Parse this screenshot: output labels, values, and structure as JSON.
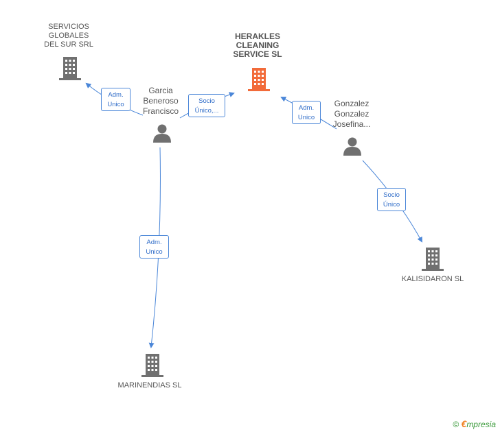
{
  "companies": {
    "servicios": {
      "name": "SERVICIOS GLOBALES DEL SUR SRL",
      "lines": [
        "SERVICIOS",
        "GLOBALES",
        "DEL SUR SRL"
      ]
    },
    "herakles": {
      "name": "HERAKLES CLEANING SERVICE SL",
      "lines": [
        "HERAKLES",
        "CLEANING",
        "SERVICE  SL"
      ]
    },
    "kalisidaron": {
      "name": "KALISIDARON SL"
    },
    "marinendias": {
      "name": "MARINENDIAS SL"
    }
  },
  "persons": {
    "garcia": {
      "lines": [
        "Garcia",
        "Beneroso",
        "Francisco"
      ]
    },
    "gonzalez": {
      "lines": [
        "Gonzalez",
        "Gonzalez",
        "Josefina..."
      ]
    }
  },
  "relations": {
    "garcia_servicios": [
      "Adm.",
      "Unico"
    ],
    "garcia_herakles": [
      "Socio",
      "Único,..."
    ],
    "gonzalez_herakles": [
      "Adm.",
      "Unico"
    ],
    "gonzalez_kalisidaron": [
      "Socio",
      "Único"
    ],
    "garcia_marinendias": [
      "Adm.",
      "Unico"
    ]
  },
  "colors": {
    "main_company": "#f26b3a",
    "company": "#707070",
    "person": "#707070",
    "edge": "#4a86d8"
  },
  "footer": {
    "copyright": "©",
    "brand_initial": "€",
    "brand_rest": "mpresia"
  }
}
